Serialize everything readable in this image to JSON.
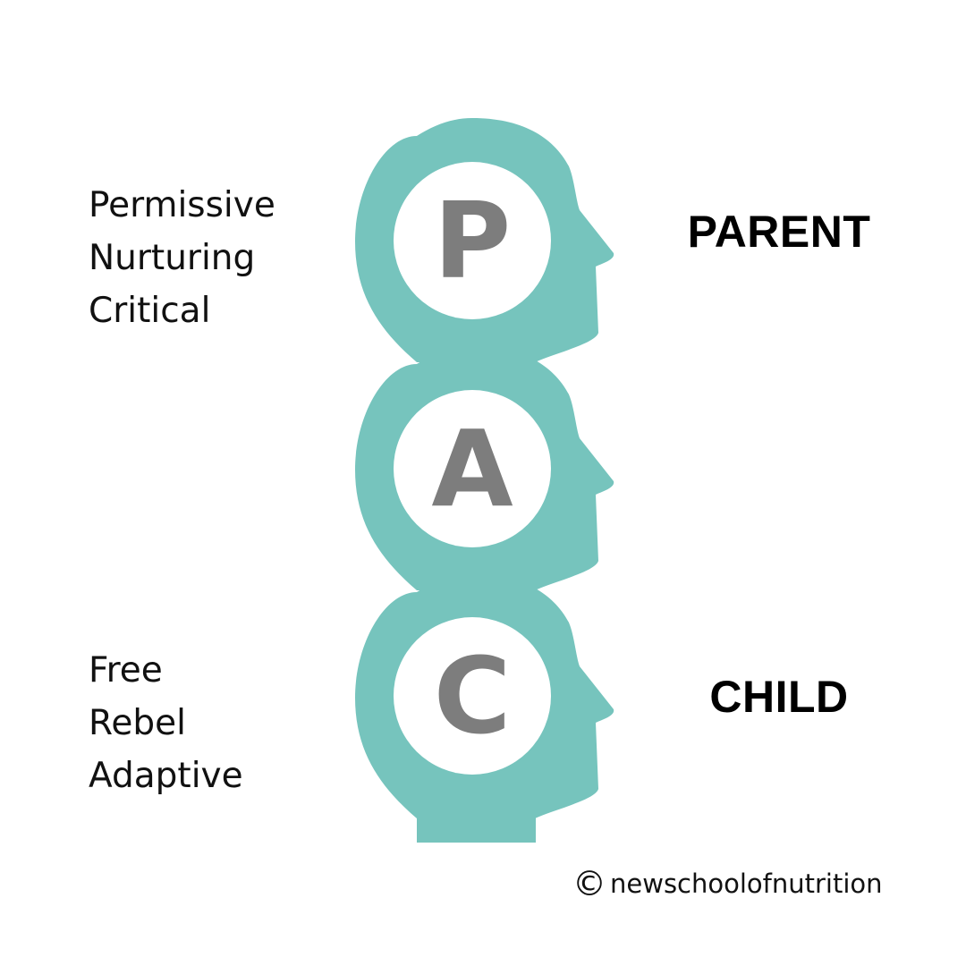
{
  "colors": {
    "head": "#76c4bd",
    "letter": "#7d7d7d",
    "inner_circle": "#ffffff"
  },
  "parent": {
    "label": "PARENT",
    "traits": [
      "Permissive",
      "Nurturing",
      "Critical"
    ]
  },
  "adult": {
    "letter": "A"
  },
  "child": {
    "label": "CHILD",
    "traits": [
      "Free",
      "Rebel",
      "Adaptive"
    ]
  },
  "letters": [
    "P",
    "A",
    "C"
  ],
  "credit": {
    "symbol": "©",
    "handle": "newschoolofnutrition"
  }
}
